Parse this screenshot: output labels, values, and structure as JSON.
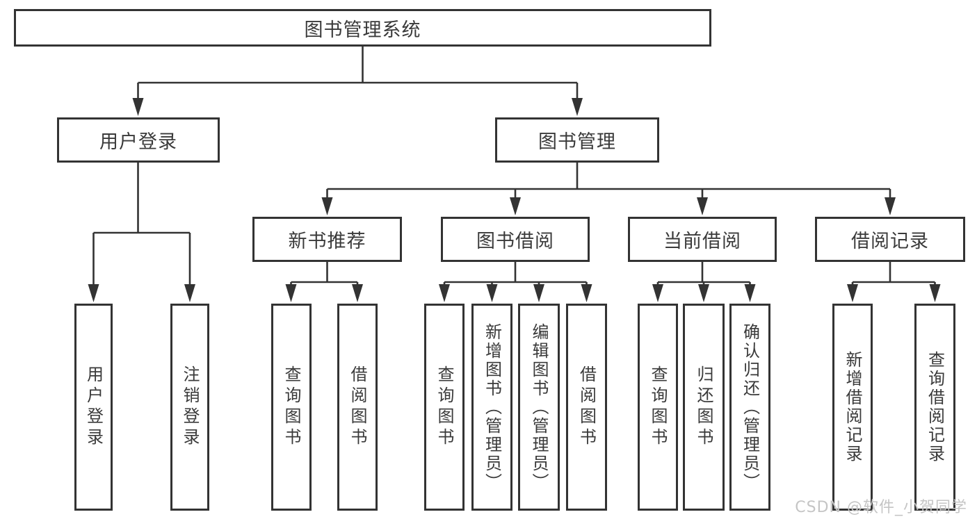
{
  "diagram": {
    "title": "图书管理系统",
    "nodes": {
      "root": "图书管理系统",
      "user_login": "用户登录",
      "book_mgmt": "图书管理",
      "new_book_rec": "新书推荐",
      "book_borrow": "图书借阅",
      "current_borrow": "当前借阅",
      "borrow_records": "借阅记录",
      "leaf_user_login": "用户登录",
      "leaf_logout": "注销登录",
      "leaf_newrec_query": "查询图书",
      "leaf_newrec_borrow": "借阅图书",
      "leaf_borrow_query": "查询图书",
      "leaf_borrow_add": "新增图书（管理员）",
      "leaf_borrow_edit": "编辑图书（管理员）",
      "leaf_borrow_borrow": "借阅图书",
      "leaf_current_query": "查询图书",
      "leaf_current_return": "归还图书",
      "leaf_current_confirm": "确认归还（管理员）",
      "leaf_records_add": "新增借阅记录",
      "leaf_records_query": "查询借阅记录"
    },
    "hierarchy": {
      "root": [
        "user_login",
        "book_mgmt"
      ],
      "user_login": [
        "leaf_user_login",
        "leaf_logout"
      ],
      "book_mgmt": [
        "new_book_rec",
        "book_borrow",
        "current_borrow",
        "borrow_records"
      ],
      "new_book_rec": [
        "leaf_newrec_query",
        "leaf_newrec_borrow"
      ],
      "book_borrow": [
        "leaf_borrow_query",
        "leaf_borrow_add",
        "leaf_borrow_edit",
        "leaf_borrow_borrow"
      ],
      "current_borrow": [
        "leaf_current_query",
        "leaf_current_return",
        "leaf_current_confirm"
      ],
      "borrow_records": [
        "leaf_records_add",
        "leaf_records_query"
      ]
    },
    "colors": {
      "line": "#333333",
      "text": "#3a3a3a",
      "box_background": "#ffffff",
      "page_background": "#ffffff",
      "watermark": "#c5c5c5"
    }
  },
  "watermark": "CSDN @软件_小贺同学"
}
